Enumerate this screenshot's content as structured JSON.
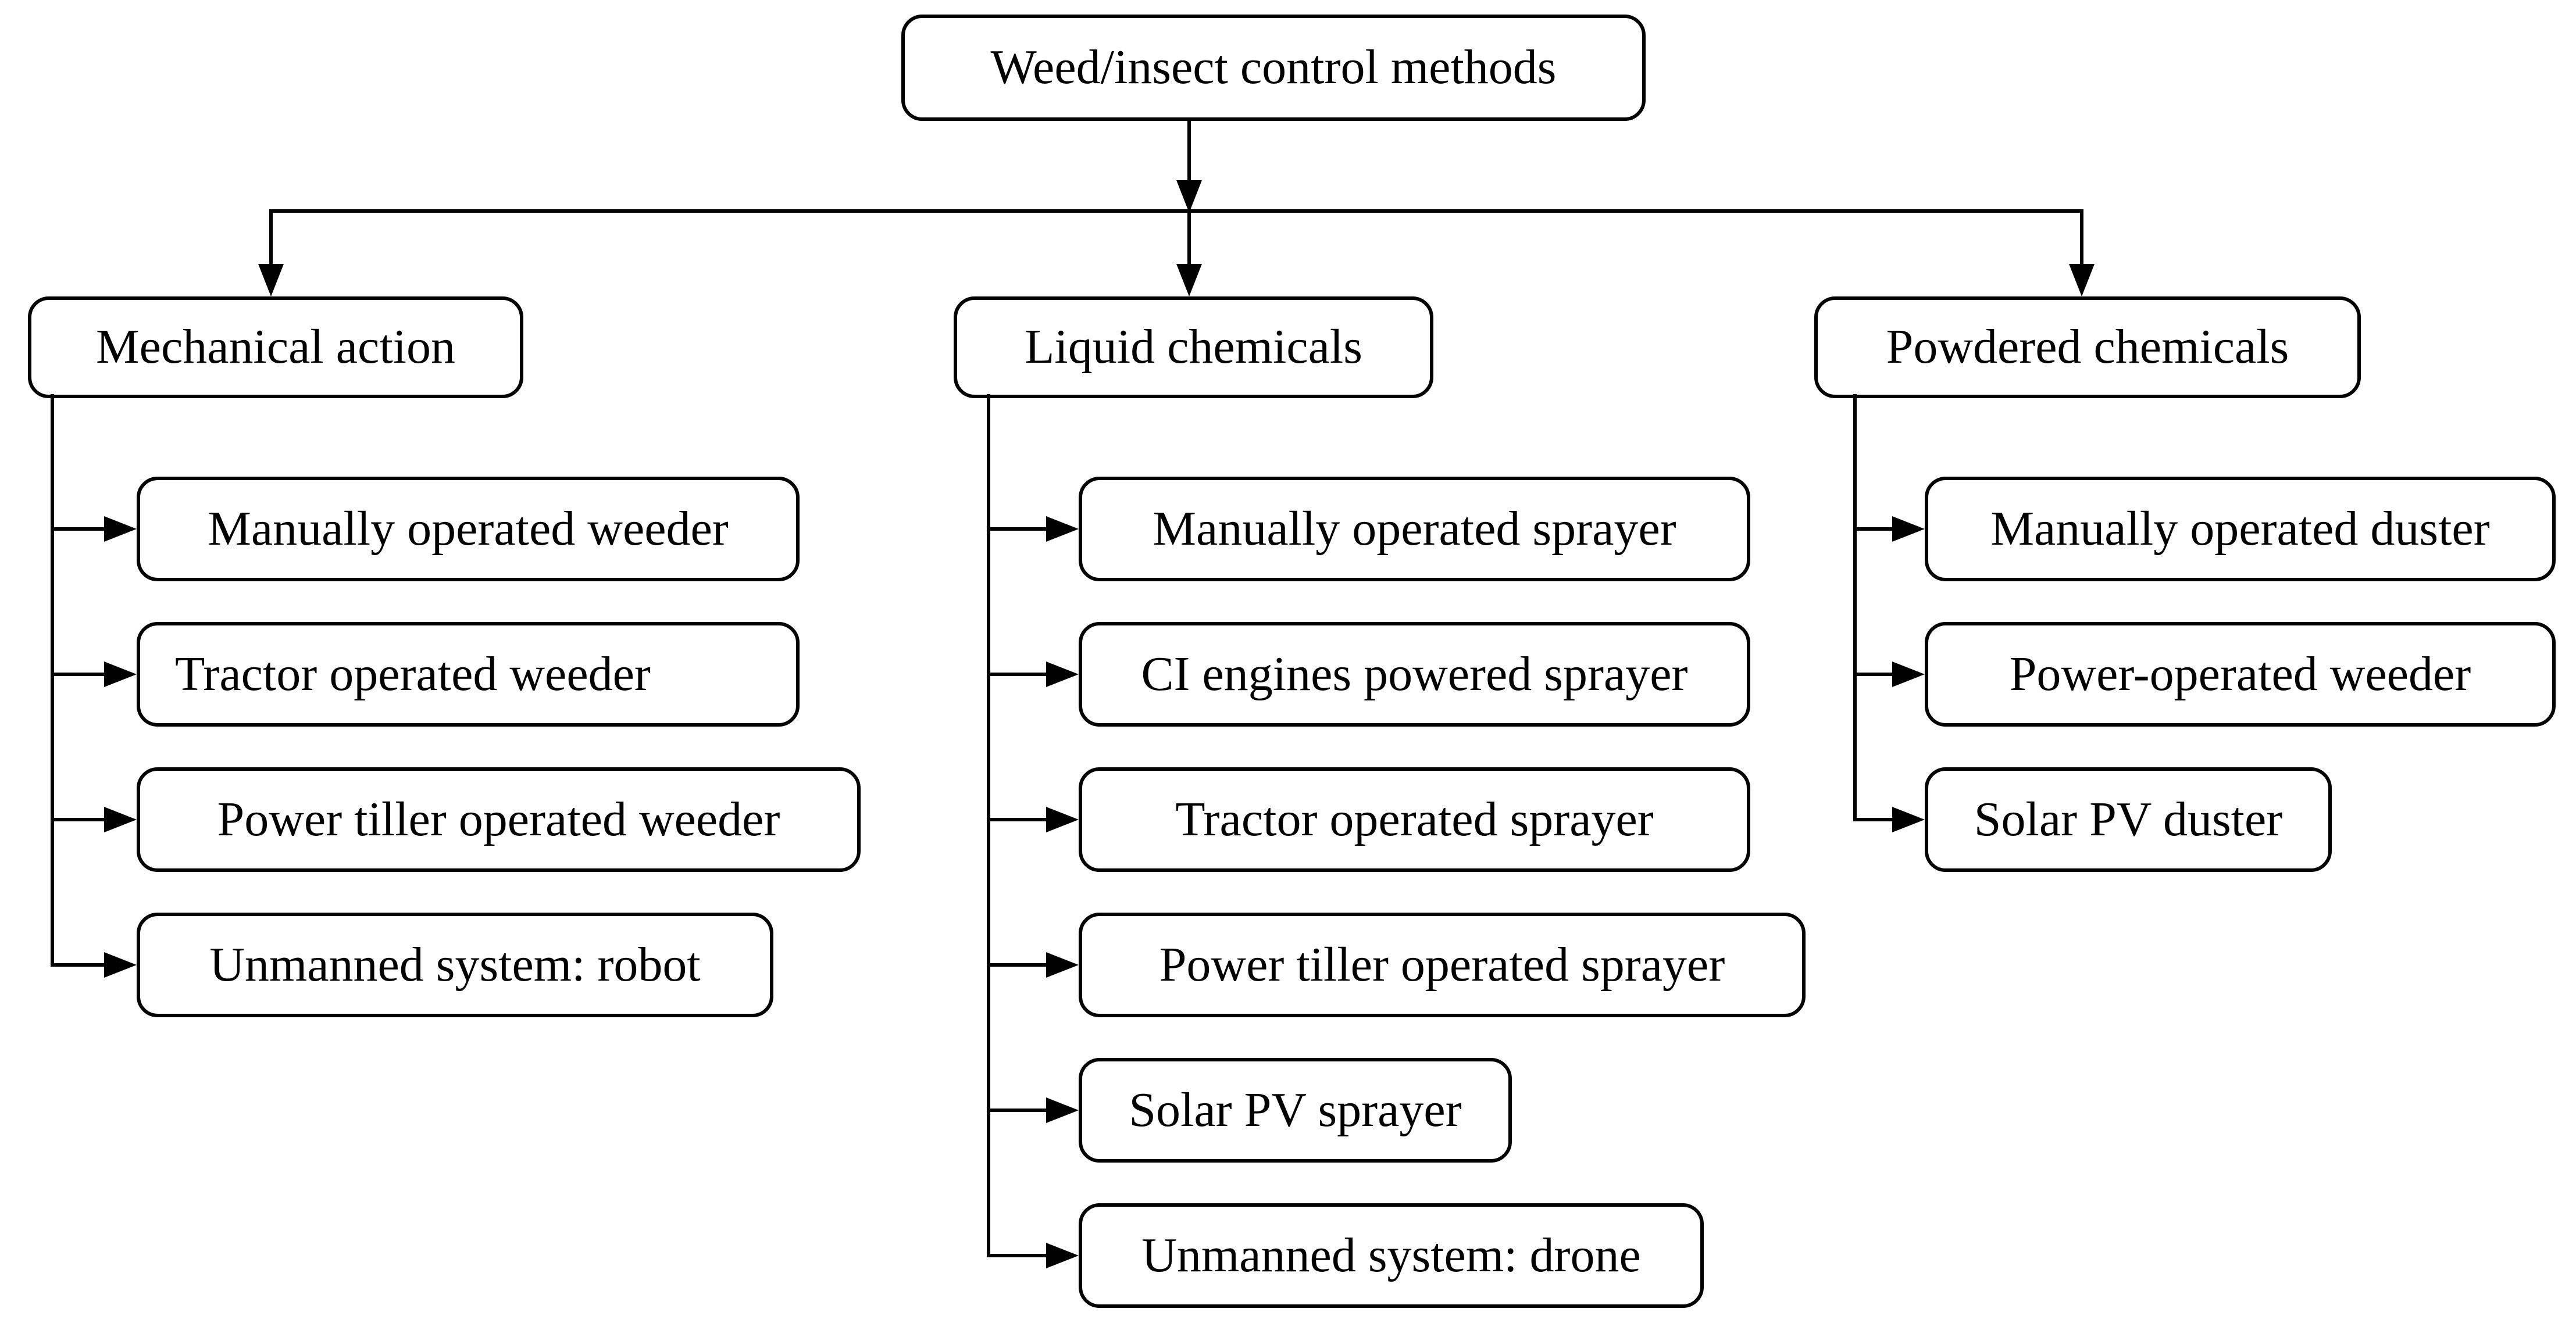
{
  "title": {
    "label": "Weed/insect control methods"
  },
  "columns": [
    {
      "category": {
        "label": "Mechanical action"
      },
      "children": [
        {
          "label": "Manually operated weeder"
        },
        {
          "label": "Tractor operated weeder"
        },
        {
          "label": "Power tiller operated weeder"
        },
        {
          "label": "Unmanned system: robot"
        }
      ]
    },
    {
      "category": {
        "label": "Liquid chemicals"
      },
      "children": [
        {
          "label": "Manually operated sprayer"
        },
        {
          "label": "CI engines powered sprayer"
        },
        {
          "label": "Tractor operated sprayer"
        },
        {
          "label": "Power tiller operated sprayer"
        },
        {
          "label": "Solar PV sprayer"
        },
        {
          "label": "Unmanned system: drone"
        }
      ]
    },
    {
      "category": {
        "label": "Powdered chemicals"
      },
      "children": [
        {
          "label": "Manually operated duster"
        },
        {
          "label": "Power-operated weeder"
        },
        {
          "label": "Solar PV duster"
        }
      ]
    }
  ],
  "colors": {
    "background": "#ffffff",
    "box_fill": "#ffffff",
    "box_border": "#000000",
    "connector": "#000000",
    "text": "#000000"
  }
}
